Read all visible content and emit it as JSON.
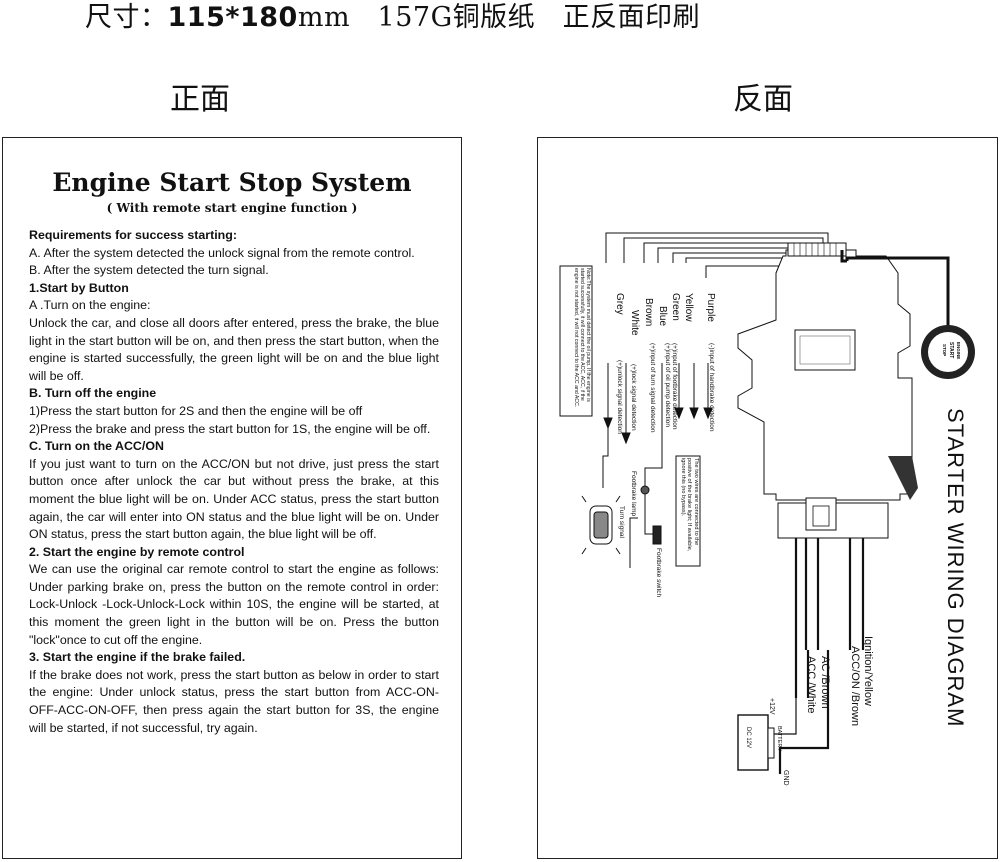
{
  "print_spec": {
    "prefix": "尺寸：",
    "dimensions": "115*180",
    "rest": "mm　157G铜版纸　正反面印刷"
  },
  "front_label": "正面",
  "back_label": "反面",
  "front": {
    "title": "Engine Start Stop System",
    "subtitle": "( With remote start engine function )",
    "paragraphs": [
      {
        "bold": true,
        "text": "Requirements for success starting:"
      },
      {
        "bold": false,
        "text": "A. After the system detected the unlock signal from the remote control."
      },
      {
        "bold": false,
        "text": "B. After the system detected the turn signal."
      },
      {
        "bold": true,
        "text": "1.Start by Button"
      },
      {
        "bold": false,
        "text": "A .Turn on the engine:"
      },
      {
        "bold": false,
        "text": "Unlock the car, and close all doors after entered, press the brake, the blue light in the start button will be on, and then press the start button, when the engine is started successfully, the green light will be on and the blue light will be off."
      },
      {
        "bold": true,
        "text": "B. Turn off the engine"
      },
      {
        "bold": false,
        "text": "1)Press the start button for 2S and then the engine will be off"
      },
      {
        "bold": false,
        "text": "2)Press the brake and press the start button for 1S, the engine will be off."
      },
      {
        "bold": true,
        "text": "C. Turn on the ACC/ON"
      },
      {
        "bold": false,
        "text": "If you just want to turn on the ACC/ON but not drive, just press the start button once after unlock the car but without press the brake, at this moment the blue light will be on. Under ACC status, press the start button again, the car will enter into ON status and the blue light will be on. Under ON status, press the start button again, the blue light will be off."
      },
      {
        "bold": true,
        "text": "2. Start the engine by remote control"
      },
      {
        "bold": false,
        "text": "We can use the original car remote control to start the engine as follows: Under parking brake on, press the button on the remote control in order: Lock-Unlock -Lock-Unlock-Lock within 10S, the engine will be started, at this moment the green light in the button will be on. Press the button \"lock\"once to cut off the engine."
      },
      {
        "bold": true,
        "text": "3. Start the engine if the brake failed."
      },
      {
        "bold": false,
        "text": "If the brake does not work, press the start button as below in order to start the engine: Under unlock status, press the start button from ACC-ON-OFF-ACC-ON-OFF, then press again the start button for 3S, the engine will be started, if not successful, try again."
      }
    ]
  },
  "diagram": {
    "title": "STARTER WIRING DIAGRAM",
    "wire_colors": [
      "Grey",
      "White",
      "Brown",
      "Blue",
      "Green",
      "Yellow",
      "Purple"
    ],
    "wire_functions": [
      "(+)unlock signal detection",
      "(+)lock signal detection",
      "(+)input of turn signal detection",
      "(+)input of oil pump detection",
      "(+)input of footbrake detection",
      "(-)input of handbrake detection"
    ],
    "note_left": "Note:The system must detect the oil pump. If the engine is started successfully, it will connect to the ACC, ACC, if the engine is not started, it will not connect to the ACC and ACC.",
    "note_mid": "The two wires are connected to the positive of the brake light; If available, ignore this (no bypass).",
    "button_text": [
      "ENGINE",
      "START",
      "STOP"
    ],
    "labels": {
      "turn_signal": "Turn signal",
      "footbrake_lamp": "Footbrake lamp",
      "footbrake_switch": "Footbrake switch",
      "ign": "Ignition/Yellow",
      "acc_on": "ACC/ON  /Brown",
      "ac": "AC /Brown",
      "acc": "ACC /White",
      "plus12": "+12V",
      "dc": "DC 12V",
      "battery": "BATTERY",
      "gnd": "GND"
    }
  }
}
